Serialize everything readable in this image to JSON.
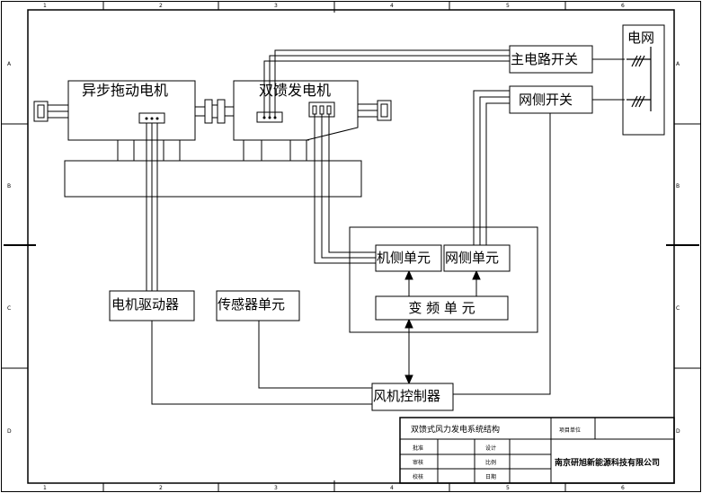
{
  "diagram": {
    "components": {
      "async_motor": "异步拖动电机",
      "dfig": "双馈发电机",
      "main_switch": "主电路开关",
      "grid_switch": "网侧开关",
      "grid": "电网",
      "machine_side_unit": "机侧单元",
      "grid_side_unit": "网侧单元",
      "converter_unit": "变 频 单 元",
      "motor_driver": "电机驱动器",
      "sensor_unit": "传感器单元",
      "wind_controller": "风机控制器"
    }
  },
  "frame": {
    "columns": [
      "1",
      "2",
      "3",
      "4",
      "5",
      "6"
    ],
    "rows": [
      "A",
      "B",
      "C",
      "D"
    ]
  },
  "title_block": {
    "drawing_title": "双馈式风力发电系统结构",
    "project_unit_label": "项目单位",
    "approve_label": "批准",
    "design_label": "设计",
    "review_label": "审核",
    "scale_label": "比例",
    "proofread_label": "校核",
    "date_label": "日期",
    "company": "南京研旭新能源科技有限公司"
  }
}
